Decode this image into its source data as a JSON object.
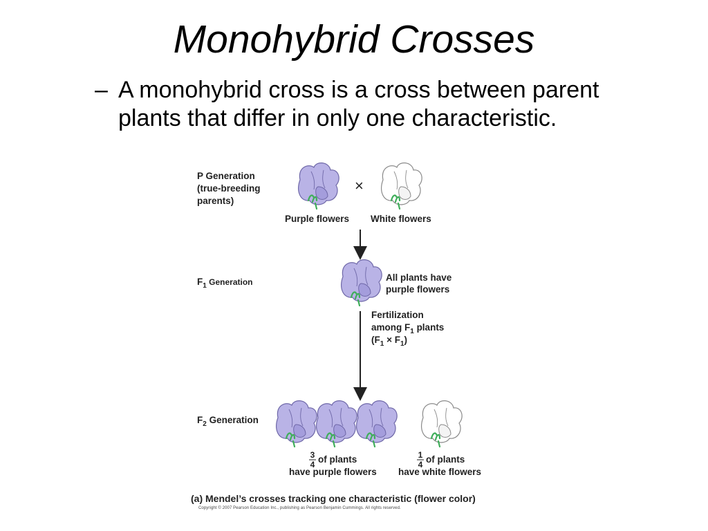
{
  "slide": {
    "title": "Monohybrid Crosses",
    "bullet_dash": "–",
    "bullet": "A monohybrid cross is a cross between parent plants that differ in only one characteristic."
  },
  "figure": {
    "p_generation": {
      "title": "P Generation",
      "line2": "(true-breeding",
      "line3": "parents)",
      "cross_symbol": "×",
      "purple_label": "Purple flowers",
      "white_label": "White flowers"
    },
    "f1_generation": {
      "label_prefix": "F",
      "label_sub": "1",
      "label_suffix": " Generation",
      "note_line1": "All plants have",
      "note_line2": "purple flowers",
      "fert_line1": "Fertilization",
      "fert_line2_prefix": "among F",
      "fert_line2_sub": "1",
      "fert_line2_suffix": " plants",
      "fert_line3_a": "(F",
      "fert_line3_sub1": "1",
      "fert_line3_x": " × F",
      "fert_line3_sub2": "1",
      "fert_line3_close": ")"
    },
    "f2_generation": {
      "label_prefix": "F",
      "label_sub": "2",
      "label_suffix": " Generation",
      "purple_num": "3",
      "purple_den": "4",
      "purple_line1": "of plants",
      "purple_line2": "have purple flowers",
      "white_num": "1",
      "white_den": "4",
      "white_line1": "of plants",
      "white_line2": "have white flowers"
    },
    "caption": "(a) Mendel’s crosses tracking one characteristic (flower color)",
    "copyright": "Copyright © 2007 Pearson Education Inc., publishing as Pearson Benjamin Cummings. All rights reserved."
  },
  "colors": {
    "purple_flower": "#b9b3e6",
    "purple_outline": "#6f68a8",
    "white_flower": "#ffffff",
    "white_outline": "#8a8a8a",
    "leaf": "#3fae5a",
    "arrow": "#222222"
  },
  "icons": [
    "purple-flower-icon",
    "white-flower-icon",
    "cross-symbol",
    "down-arrow"
  ]
}
